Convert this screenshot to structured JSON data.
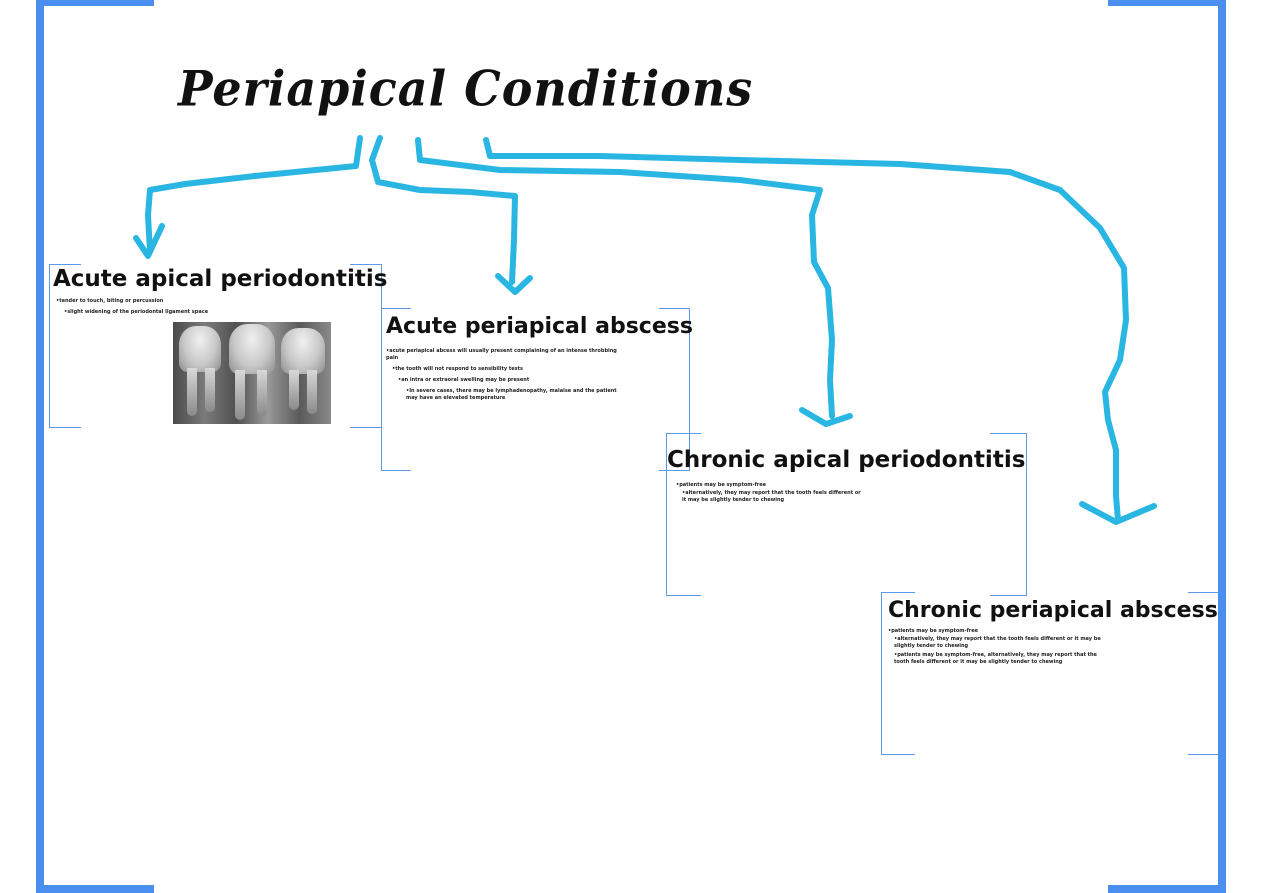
{
  "title": "Periapical Conditions",
  "colors": {
    "frame_accent": "#4a8ef0",
    "connector": "#29b6e2",
    "bracket": "#5b9ae8"
  },
  "frames": [
    {
      "heading": "Acute apical periodontitis",
      "points": [
        "•tender to touch, biting or percussion",
        "•slight widening of the periodontal ligament space"
      ],
      "image": "dental-xray"
    },
    {
      "heading": "Acute periapical abscess",
      "points": [
        "•acute periapical abcess will usually present complaining of an intense throbbing pain",
        "•the tooth will not respond to sensibility tests",
        "•an intra or extraoral swelling may be present",
        "•In severe cases, there may be lymphadenopathy, malaise and the patient may have an elevated temperature"
      ]
    },
    {
      "heading": "Chronic apical periodontitis",
      "points": [
        "•patients may be symptom-free",
        "•alternatively, they may report that the tooth feels different or it may be slightly tender to chewing"
      ]
    },
    {
      "heading": "Chronic periapical abscess",
      "points": [
        "•patients may be symptom-free",
        "•alternatively, they may report that the tooth feels different or it may be slightly tender to chewing",
        "•patients may be symptom-free, alternatively, they may report that the tooth feels different or it may be slightly tender to chewing"
      ]
    }
  ]
}
